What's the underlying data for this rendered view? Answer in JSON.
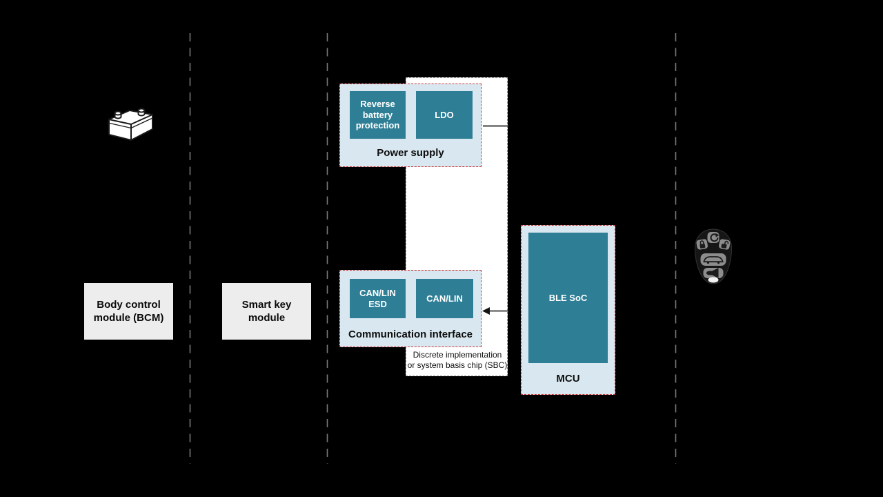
{
  "colors": {
    "background": "#000000",
    "module_fill": "#d9e8f0",
    "module_border": "#cc3333",
    "chip_fill": "#2e7f96",
    "chip_text": "#ffffff",
    "label_box_fill": "#ededed",
    "host_box_fill": "#ffffff",
    "host_box_border": "#9c9c9c",
    "zone_divider": "#7b7b7b",
    "connector": "#3f3f3f"
  },
  "label_boxes": {
    "bcm": "Body control module (BCM)",
    "smart_key": "Smart key module"
  },
  "blocks": {
    "power_supply": {
      "label": "Power supply",
      "chips": [
        "Reverse battery protection",
        "LDO"
      ]
    },
    "comm_interface": {
      "label": "Communication interface",
      "chips": [
        "CAN/LIN ESD",
        "CAN/LIN"
      ]
    },
    "mcu": {
      "label": "MCU",
      "chips": [
        "BLE SoC"
      ]
    }
  },
  "notes": {
    "sbc_line1": "Discrete implementation",
    "sbc_line2": "or system basis chip (SBC)"
  },
  "icons": {
    "battery": "car-battery",
    "key_fob": "key-fob-remote"
  }
}
